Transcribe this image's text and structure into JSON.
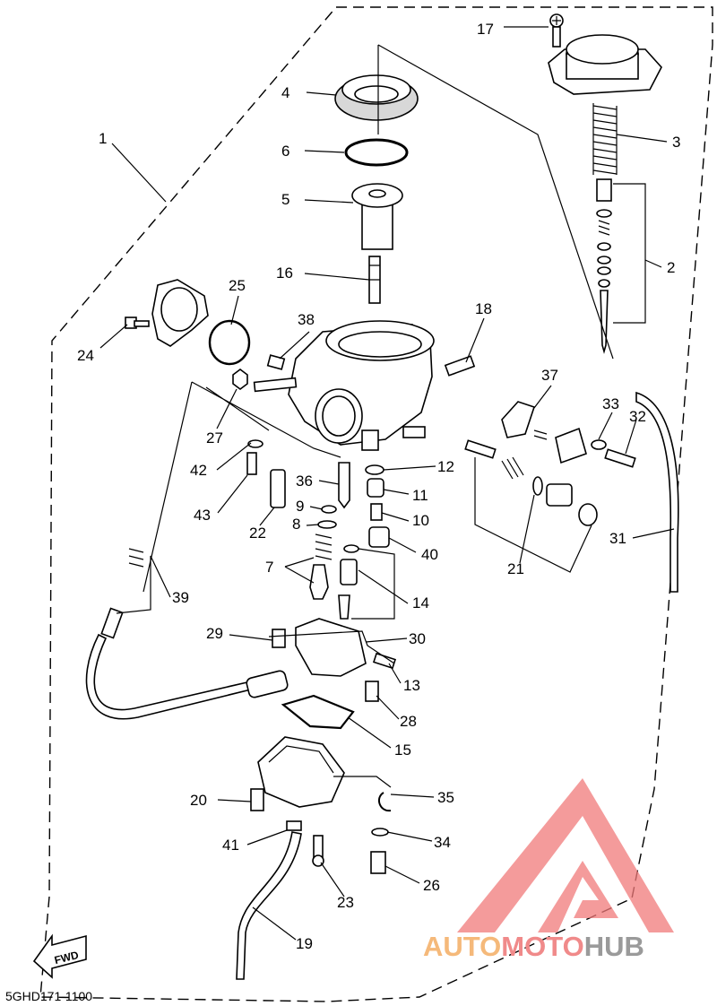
{
  "drawing": {
    "code": "5GHD171-1100",
    "fwd_label": "FWD"
  },
  "watermark": {
    "part1": "AUTO",
    "part2": "MOTO",
    "part3": "HUB",
    "color_part1": "#f5b97a",
    "color_part2": "#f08a8a",
    "color_part3": "#9a9a9a",
    "triangle_color": "#f07a7a"
  },
  "callouts": [
    {
      "id": "17",
      "label": "17"
    },
    {
      "id": "4",
      "label": "4"
    },
    {
      "id": "1",
      "label": "1"
    },
    {
      "id": "6",
      "label": "6"
    },
    {
      "id": "3",
      "label": "3"
    },
    {
      "id": "5",
      "label": "5"
    },
    {
      "id": "2",
      "label": "2"
    },
    {
      "id": "16",
      "label": "16"
    },
    {
      "id": "25",
      "label": "25"
    },
    {
      "id": "18",
      "label": "18"
    },
    {
      "id": "38",
      "label": "38"
    },
    {
      "id": "24",
      "label": "24"
    },
    {
      "id": "37",
      "label": "37"
    },
    {
      "id": "33",
      "label": "33"
    },
    {
      "id": "32",
      "label": "32"
    },
    {
      "id": "27",
      "label": "27"
    },
    {
      "id": "42",
      "label": "42"
    },
    {
      "id": "12",
      "label": "12"
    },
    {
      "id": "36",
      "label": "36"
    },
    {
      "id": "11",
      "label": "11"
    },
    {
      "id": "9",
      "label": "9"
    },
    {
      "id": "43",
      "label": "43"
    },
    {
      "id": "10",
      "label": "10"
    },
    {
      "id": "8",
      "label": "8"
    },
    {
      "id": "22",
      "label": "22"
    },
    {
      "id": "31",
      "label": "31"
    },
    {
      "id": "40",
      "label": "40"
    },
    {
      "id": "7",
      "label": "7"
    },
    {
      "id": "21",
      "label": "21"
    },
    {
      "id": "39",
      "label": "39"
    },
    {
      "id": "14",
      "label": "14"
    },
    {
      "id": "29",
      "label": "29"
    },
    {
      "id": "30",
      "label": "30"
    },
    {
      "id": "13",
      "label": "13"
    },
    {
      "id": "28",
      "label": "28"
    },
    {
      "id": "15",
      "label": "15"
    },
    {
      "id": "35",
      "label": "35"
    },
    {
      "id": "20",
      "label": "20"
    },
    {
      "id": "34",
      "label": "34"
    },
    {
      "id": "41",
      "label": "41"
    },
    {
      "id": "26",
      "label": "26"
    },
    {
      "id": "23",
      "label": "23"
    },
    {
      "id": "19",
      "label": "19"
    }
  ]
}
